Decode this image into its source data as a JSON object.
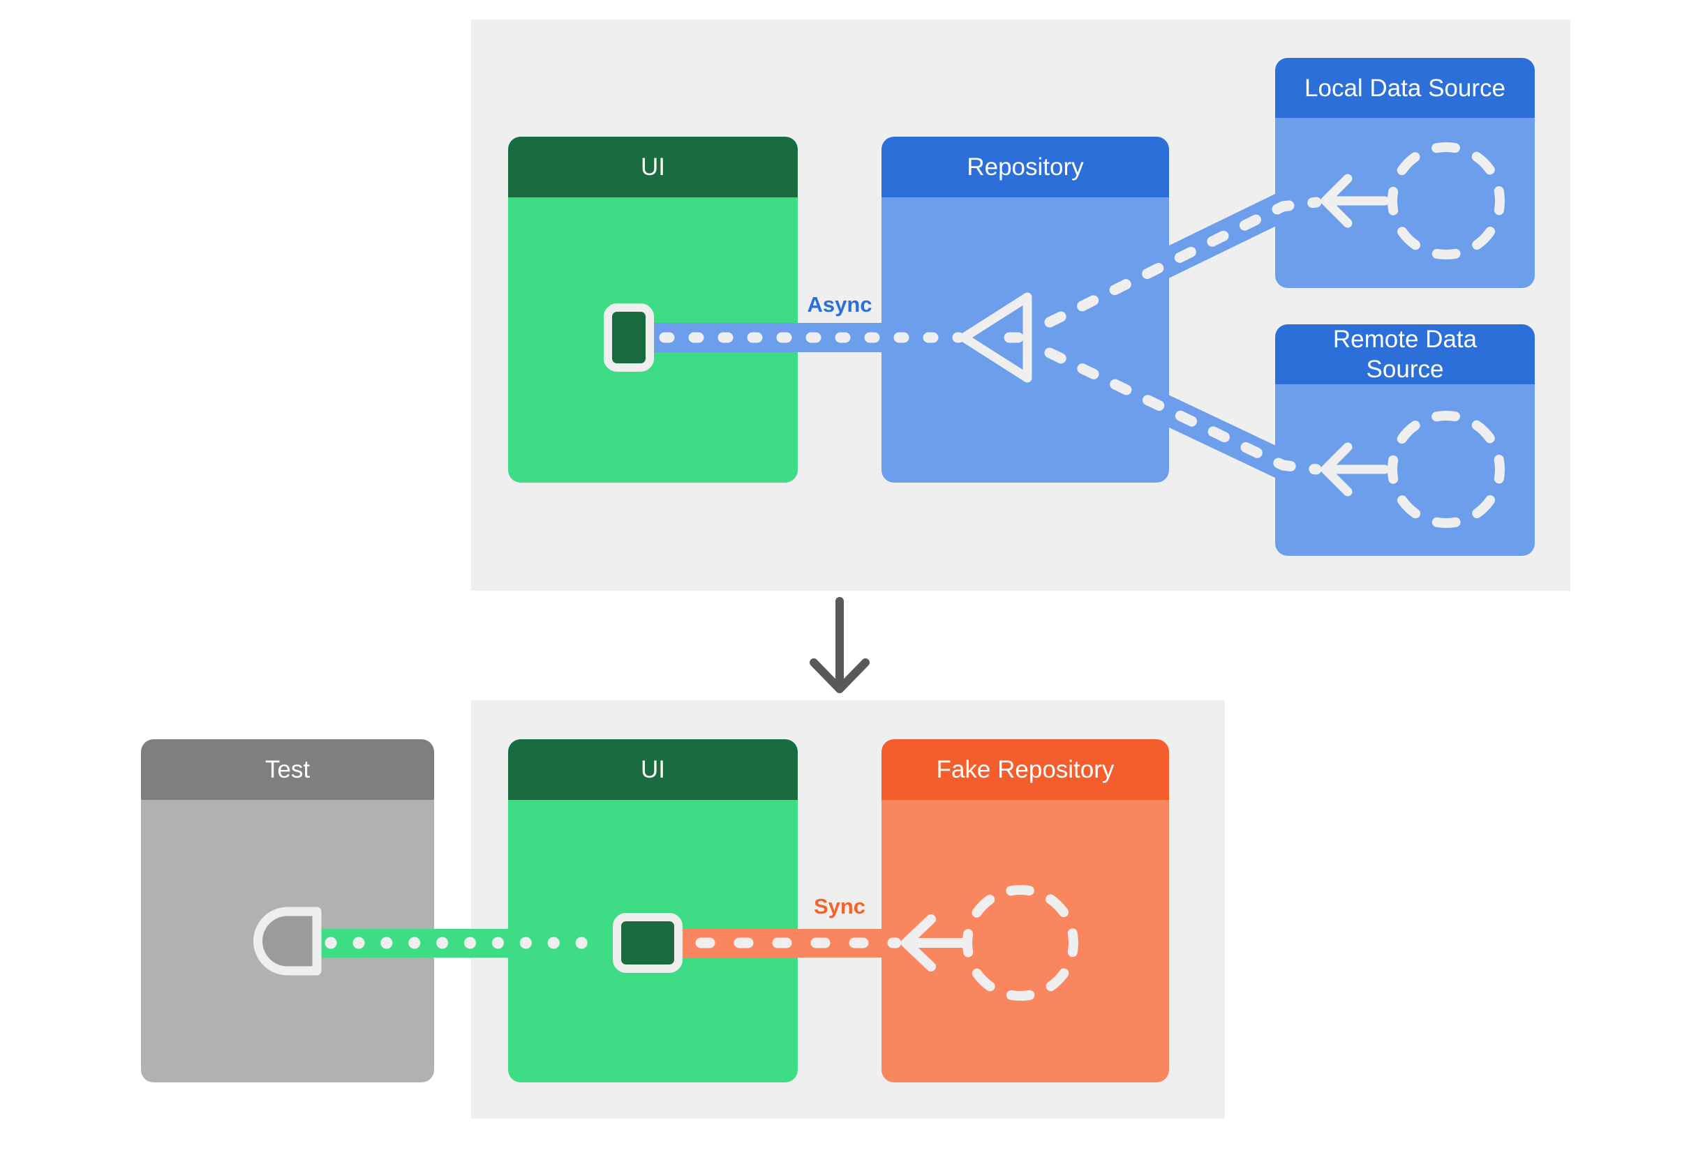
{
  "diagram": {
    "production": {
      "boxes": {
        "ui": {
          "title": "UI"
        },
        "repository": {
          "title": "Repository"
        },
        "local_data_source": {
          "title": "Local Data Source"
        },
        "remote_data_source": {
          "title": "Remote Data Source"
        }
      },
      "connection_label": "Async"
    },
    "test": {
      "boxes": {
        "test": {
          "title": "Test"
        },
        "ui": {
          "title": "UI"
        },
        "fake_repository": {
          "title": "Fake Repository"
        }
      },
      "connection_label": "Sync"
    },
    "colors": {
      "panel_background": "#EFEFEF",
      "green_header": "#1A6B40",
      "green_body": "#3EDC84",
      "blue_header": "#2D6FD9",
      "blue_body": "#6D9EEB",
      "gray_header": "#7F7F7F",
      "gray_body": "#B1B1B1",
      "orange_header": "#F45D2C",
      "orange_body": "#F9865F",
      "async_label_color": "#2D6FD9",
      "sync_label_color": "#F4632A",
      "connector_marks": "#EFEFEF",
      "flow_arrow": "#595959"
    }
  }
}
